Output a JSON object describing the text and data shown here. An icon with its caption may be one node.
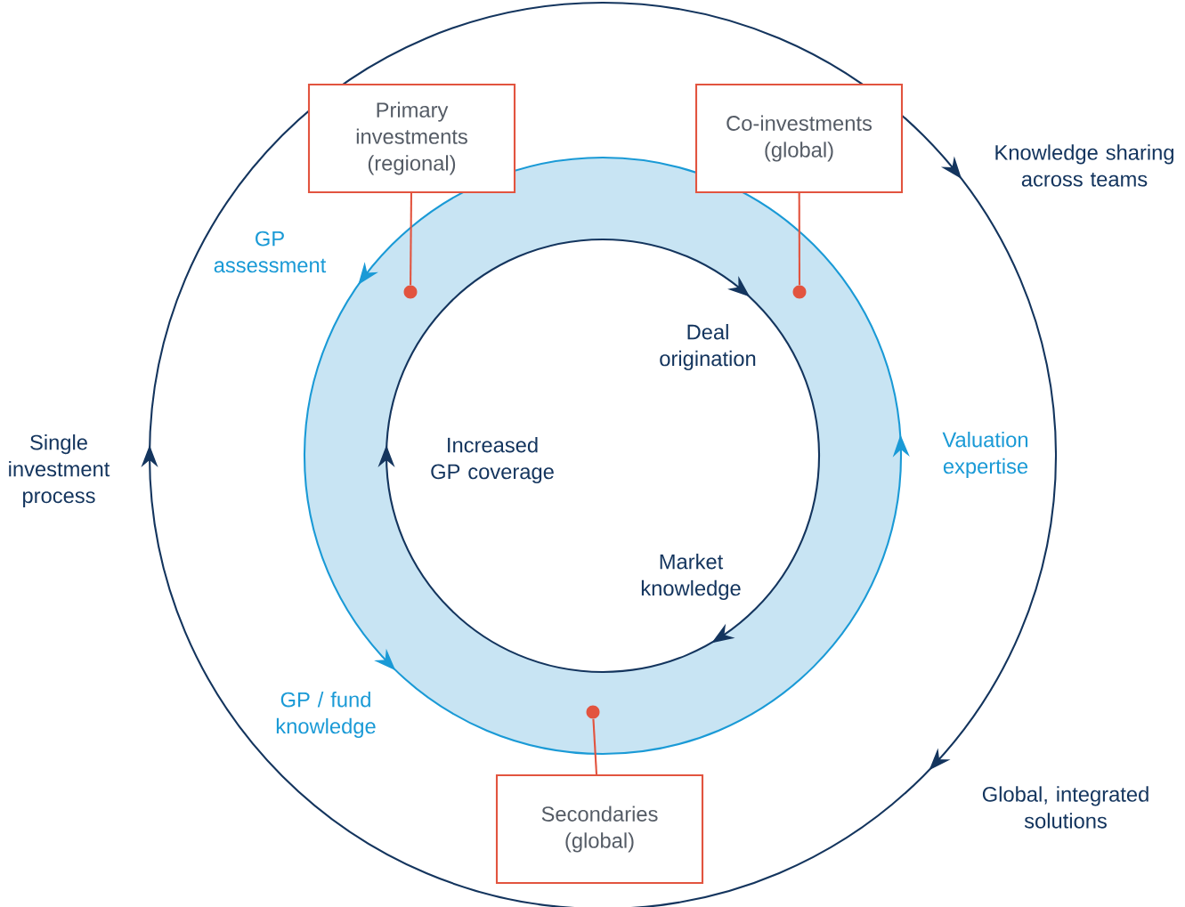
{
  "diagram": {
    "nodes": [
      {
        "text": [
          "Primary investments (regional)"
        ]
      },
      {
        "text": [
          "Co-investments (global)"
        ]
      },
      {
        "text": [
          "Secondaries (global)"
        ]
      },
      {
        "text": [],
        "shape": "circle"
      },
      {
        "text": [],
        "shape": "circle"
      },
      {
        "text": [],
        "shape": "circle"
      }
    ],
    "edges": [
      {
        "from": 0,
        "to": 3,
        "arrow": "none"
      },
      {
        "from": 1,
        "to": 4,
        "arrow": "none"
      },
      {
        "from": 2,
        "to": 5,
        "arrow": "none"
      }
    ],
    "labels": [
      "Knowledge sharing across teams",
      "GP assessment",
      "Deal origination",
      "Single investment process",
      "Increased GP coverage",
      "Valuation expertise",
      "Market knowledge",
      "GP / fund knowledge",
      "Global, integrated solutions"
    ]
  }
}
